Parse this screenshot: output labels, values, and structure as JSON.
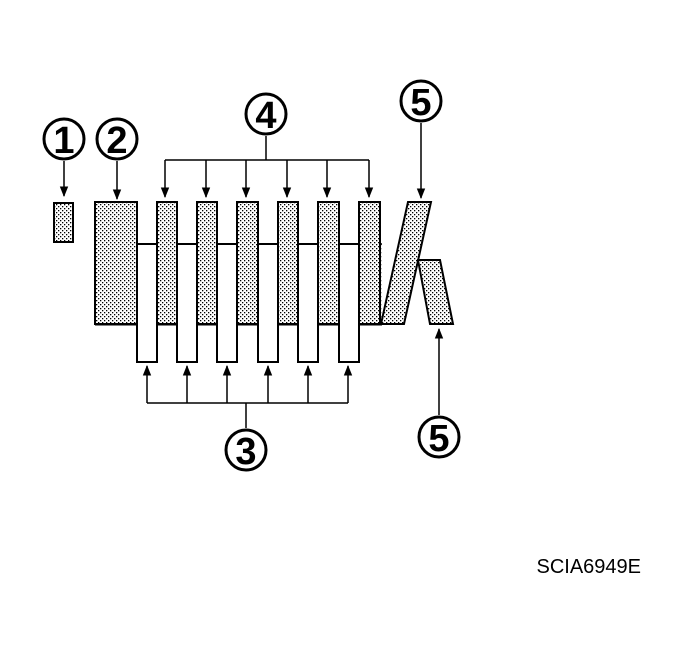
{
  "callouts": {
    "c1": "1",
    "c2": "2",
    "c3": "3",
    "c4": "4",
    "c5_top": "5",
    "c5_bottom": "5"
  },
  "figure_code": "SCIA6949E",
  "colors": {
    "ink": "#000000",
    "paper": "#ffffff",
    "stipple": "#000000"
  }
}
